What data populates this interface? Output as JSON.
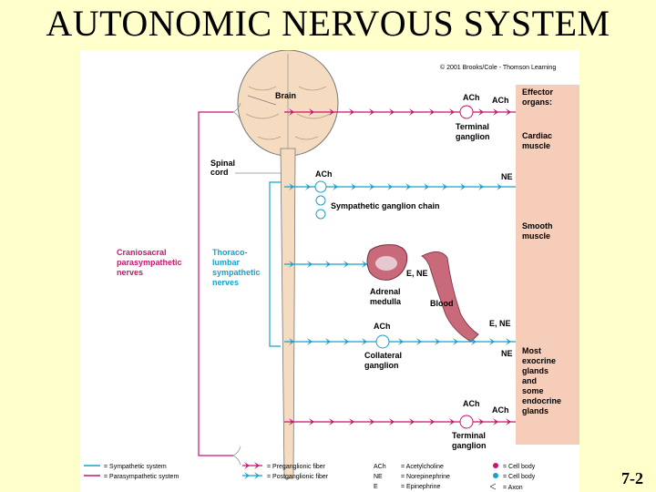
{
  "title": "AUTONOMIC NERVOUS SYSTEM",
  "page_number": "7-2",
  "copyright": "© 2001 Brooks/Cole - Thomson Learning",
  "labels": {
    "brain": "Brain",
    "spinal_cord_1": "Spinal",
    "spinal_cord_2": "cord",
    "ach": "ACh",
    "ne": "NE",
    "e_ne": "E, NE",
    "terminal": "Terminal",
    "ganglion": "ganglion",
    "sympathetic_chain": "Sympathetic ganglion chain",
    "adrenal": "Adrenal",
    "medulla": "medulla",
    "blood": "Blood",
    "collateral": "Collateral",
    "cranio_1": "Craniosacral",
    "cranio_2": "parasympathetic",
    "cranio_3": "nerves",
    "thoraco_1": "Thoraco-",
    "thoraco_2": "lumbar",
    "thoraco_3": "sympathetic",
    "thoraco_4": "nerves"
  },
  "effectors": {
    "header_1": "Effector",
    "header_2": "organs:",
    "cardiac_1": "Cardiac",
    "cardiac_2": "muscle",
    "smooth_1": "Smooth",
    "smooth_2": "muscle",
    "glands_1": "Most",
    "glands_2": "exocrine",
    "glands_3": "glands",
    "glands_4": "and",
    "glands_5": "some",
    "glands_6": "endocrine",
    "glands_7": "glands"
  },
  "legend": {
    "sympathetic": "= Sympathetic system",
    "parasympathetic": "= Parasympathetic system",
    "preganglionic": "= Preganglionic fiber",
    "postganglionic": "= Postganglionic fiber",
    "ach_abbr": "ACh",
    "ach_def": "= Acetylcholine",
    "ne_abbr": "NE",
    "ne_def": "= Norepinephrine",
    "e_abbr": "E",
    "e_def": "= Epinephrine",
    "cell_body_1": "= Cell body",
    "cell_body_2": "= Cell body",
    "axon": "= Axon"
  },
  "colors": {
    "parasympathetic": "#c8156e",
    "sympathetic": "#1aa0c8",
    "cns": "#f5dcc0",
    "effector_bg": "#f6cdb8",
    "background": "#ffffcc"
  }
}
